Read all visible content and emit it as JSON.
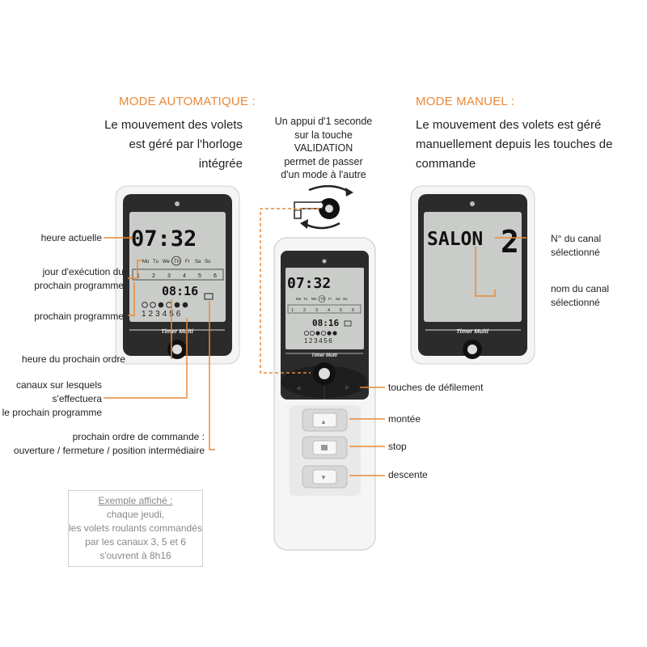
{
  "auto_mode": {
    "title": "MODE AUTOMATIQUE :",
    "line1": "Le mouvement des volets",
    "line2": "est géré par l'horloge intégrée"
  },
  "manual_mode": {
    "title": "MODE MANUEL :",
    "line1": "Le mouvement des volets est géré",
    "line2": "manuellement depuis les touches de",
    "line3": "commande"
  },
  "validation_note": {
    "line1": "Un appui d'1 seconde",
    "line2": "sur la touche",
    "line3": "VALIDATION",
    "line4": "permet de passer",
    "line5": "d'un mode à l'autre"
  },
  "left_labels": {
    "current_time": "heure actuelle",
    "exec_day_1": "jour d'exécution du",
    "exec_day_2": "prochain programme",
    "next_program": "prochain programme",
    "next_order_time": "heure du prochain ordre",
    "channels_1": "canaux sur lesquels",
    "channels_2": "s'effectuera",
    "channels_3": "le prochain programme",
    "next_command_1": "prochain ordre de commande :",
    "next_command_2": "ouverture / fermeture / position intermédiaire"
  },
  "right_labels": {
    "channel_number_1": "N° du canal",
    "channel_number_2": "sélectionné",
    "channel_name_1": "nom du canal",
    "channel_name_2": "sélectionné",
    "scroll_keys": "touches de défilement",
    "up": "montée",
    "stop": "stop",
    "down": "descente"
  },
  "example": {
    "title": "Exemple affiché :",
    "line1": "chaque jeudi,",
    "line2": "les volets roulants commandés",
    "line3": "par les canaux 3, 5 et 6",
    "line4": "s'ouvrent à 8h16"
  },
  "lcd_auto": {
    "time": "07:32",
    "days": [
      "Mo",
      "Tu",
      "We",
      "Th",
      "Fr",
      "Sa",
      "Su"
    ],
    "selected_day": "Th",
    "programs": [
      "1",
      "2",
      "3",
      "4",
      "5",
      "6"
    ],
    "next_time": "08:16",
    "channels": "123456",
    "brand": "Timer Multi"
  },
  "lcd_manual": {
    "channel_name": "SALON",
    "channel_number": "2",
    "brand": "Timer Multi"
  },
  "colors": {
    "accent": "#e8893a",
    "device_dark": "#2b2b2b",
    "lcd": "#c9ccc8"
  }
}
